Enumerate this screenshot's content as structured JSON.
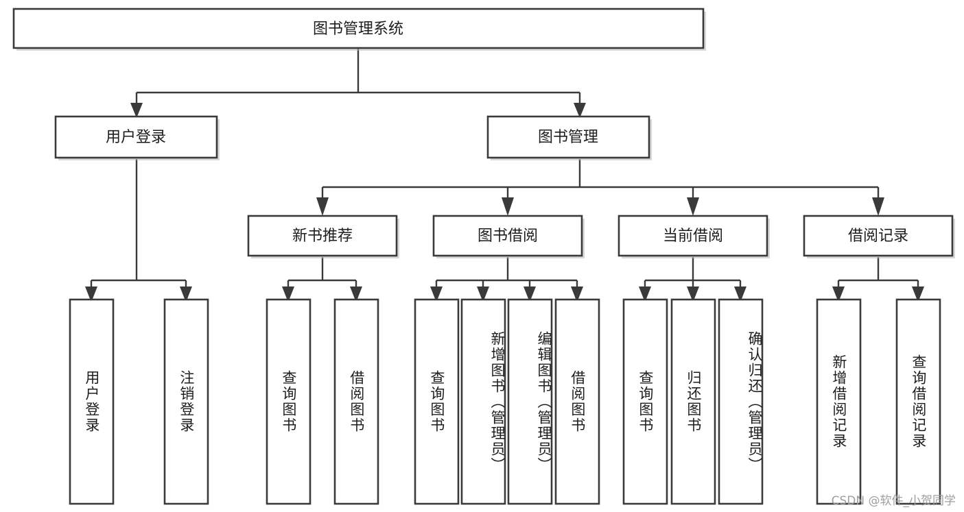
{
  "diagram": {
    "type": "tree",
    "title": "图书管理系统",
    "root": {
      "id": "root",
      "label": "图书管理系统",
      "orientation": "horizontal"
    },
    "level2": [
      {
        "id": "user-login",
        "label": "用户登录",
        "orientation": "horizontal"
      },
      {
        "id": "book-manage",
        "label": "图书管理",
        "orientation": "horizontal"
      }
    ],
    "level3": [
      {
        "id": "new-book-rec",
        "label": "新书推荐",
        "orientation": "horizontal",
        "parent": "book-manage"
      },
      {
        "id": "book-borrow",
        "label": "图书借阅",
        "orientation": "horizontal",
        "parent": "book-manage"
      },
      {
        "id": "current-borrow",
        "label": "当前借阅",
        "orientation": "horizontal",
        "parent": "book-manage"
      },
      {
        "id": "borrow-record",
        "label": "借阅记录",
        "orientation": "horizontal",
        "parent": "book-manage"
      }
    ],
    "leaves": [
      {
        "id": "leaf-user-login",
        "label": "用户登录",
        "parent": "user-login",
        "orientation": "vertical"
      },
      {
        "id": "leaf-user-logout",
        "label": "注销登录",
        "parent": "user-login",
        "orientation": "vertical"
      },
      {
        "id": "leaf-query-book-1",
        "label": "查询图书",
        "parent": "new-book-rec",
        "orientation": "vertical"
      },
      {
        "id": "leaf-borrow-book-1",
        "label": "借阅图书",
        "parent": "new-book-rec",
        "orientation": "vertical"
      },
      {
        "id": "leaf-query-book-2",
        "label": "查询图书",
        "parent": "book-borrow",
        "orientation": "vertical"
      },
      {
        "id": "leaf-add-book",
        "label": "新增图书（管理员）",
        "parent": "book-borrow",
        "orientation": "vertical"
      },
      {
        "id": "leaf-edit-book",
        "label": "编辑图书（管理员）",
        "parent": "book-borrow",
        "orientation": "vertical"
      },
      {
        "id": "leaf-borrow-book-2",
        "label": "借阅图书",
        "parent": "book-borrow",
        "orientation": "vertical"
      },
      {
        "id": "leaf-query-book-3",
        "label": "查询图书",
        "parent": "current-borrow",
        "orientation": "vertical"
      },
      {
        "id": "leaf-return-book",
        "label": "归还图书",
        "parent": "current-borrow",
        "orientation": "vertical"
      },
      {
        "id": "leaf-confirm-return",
        "label": "确认归还（管理员）",
        "parent": "current-borrow",
        "orientation": "vertical"
      },
      {
        "id": "leaf-add-record",
        "label": "新增借阅记录",
        "parent": "borrow-record",
        "orientation": "vertical"
      },
      {
        "id": "leaf-query-record",
        "label": "查询借阅记录",
        "parent": "borrow-record",
        "orientation": "vertical"
      }
    ]
  },
  "watermark": {
    "text": "CSDN @软件_小贺同学"
  },
  "colors": {
    "background": "#ffffff",
    "node_fill": "#ffffff",
    "node_stroke": "#3a3a3a",
    "text": "#1d1d1d",
    "watermark": "#9e9e9e"
  }
}
